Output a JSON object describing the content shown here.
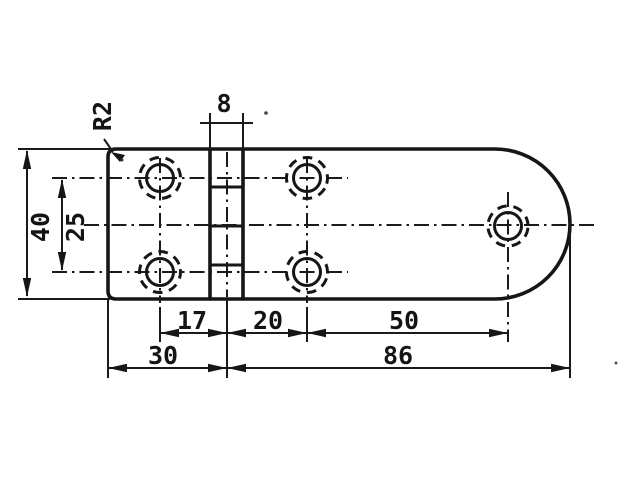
{
  "drawing": {
    "type": "technical-drawing",
    "subject": "hinge-plate-top-view",
    "line_color": "#161616",
    "background_color": "#ffffff",
    "labels": {
      "corner_radius": "R2",
      "barrel_width": "8",
      "overall_height": "40",
      "hole_row_spacing": "25",
      "hole_to_pin": "17",
      "pin_to_hole": "20",
      "hole_to_end_hole": "50",
      "left_leaf_width": "30",
      "pin_to_right_end": "86"
    }
  }
}
